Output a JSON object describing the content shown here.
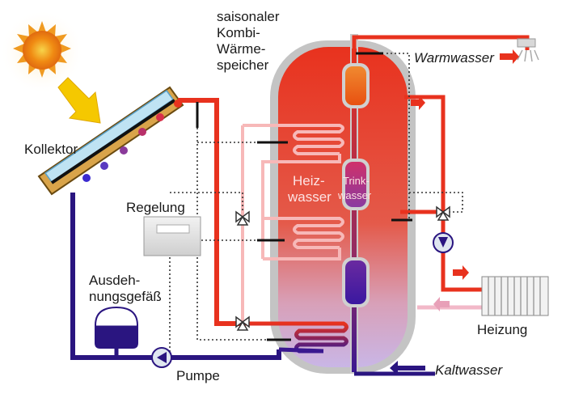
{
  "labels": {
    "storage": [
      "saisonaler",
      "Kombi-",
      "Wärme-",
      "speicher"
    ],
    "collector": "Kollektor",
    "control": "Regelung",
    "expansion": [
      "Ausdeh-",
      "nungsgefäß"
    ],
    "pump": "Pumpe",
    "hot_water": "Warmwasser",
    "cold_water": "Kaltwasser",
    "heating": "Heizung",
    "heating_water": [
      "Heiz-",
      "wasser"
    ],
    "drinking_water": [
      "Trink-",
      "wasser"
    ]
  },
  "colors": {
    "hot": "#e8321e",
    "warm": "#f0a0a0",
    "cold": "#2a1580",
    "tank_outer": "#c8c8c8",
    "arrow_hot": "#e8321e",
    "arrow_cold": "#2a1580",
    "arrow_return": "#e8a0b8",
    "sun": "#f5a31a",
    "sun_arrow": "#f5c800"
  }
}
